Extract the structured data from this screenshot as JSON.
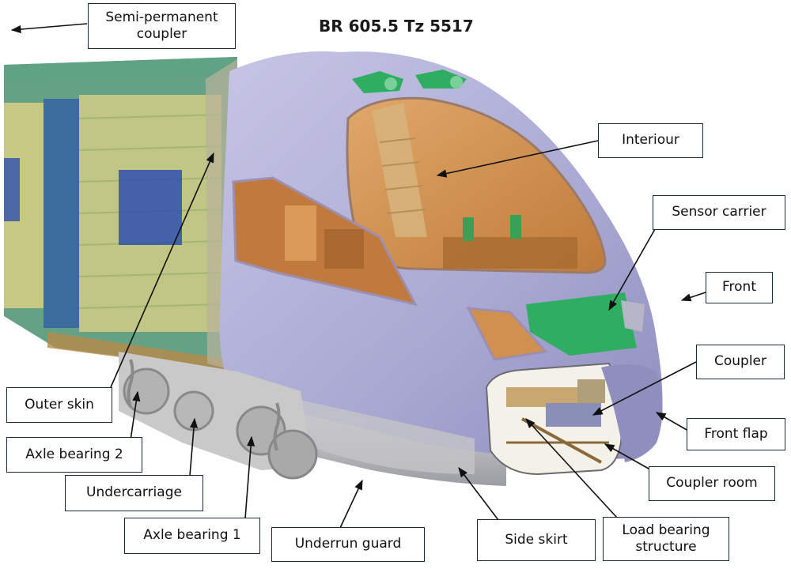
{
  "title": "BR 605.5 Tz 5517",
  "labels": {
    "semi_permanent_coupler": "Semi-permanent\ncoupler",
    "interiour": "Interiour",
    "sensor_carrier": "Sensor carrier",
    "front": "Front",
    "coupler": "Coupler",
    "front_flap": "Front flap",
    "coupler_room": "Coupler room",
    "load_bearing_structure": "Load bearing\nstructure",
    "side_skirt": "Side skirt",
    "underrun_guard": "Underrun guard",
    "axle_bearing_1": "Axle bearing 1",
    "undercarriage": "Undercarriage",
    "axle_bearing_2": "Axle bearing 2",
    "outer_skin": "Outer skin"
  },
  "colors": {
    "nose_body": "#b3b2d8",
    "car_green": "#3f8a66",
    "car_yellow": "#d7cd7e",
    "window_blue": "#2f4fb0",
    "interior_orange": "#cf8a45",
    "sensor_green": "#2fae62",
    "bogie_grey": "#c9c9c9"
  }
}
